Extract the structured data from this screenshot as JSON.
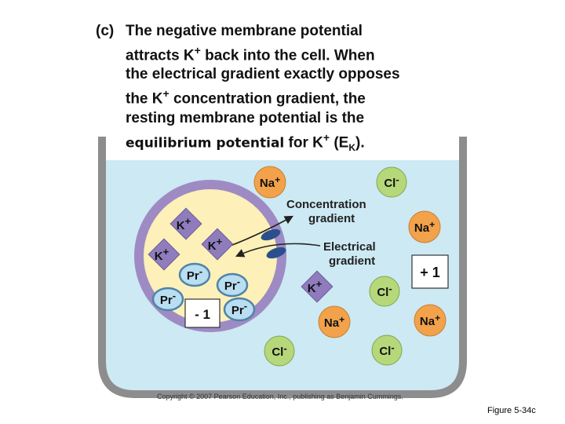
{
  "caption": {
    "label": "(c)",
    "line1": "The negative membrane potential",
    "line2_a": "attracts K",
    "line2_sup": "+",
    "line2_b": " back into the cell. When",
    "line3": "the electrical gradient exactly opposes",
    "line4_a": "the K",
    "line4_sup": "+",
    "line4_b": " concentration gradient, the",
    "line5": "resting membrane potential is the",
    "line6_term": "equilibrium potential",
    "line6_a": " for K",
    "line6_sup": "+",
    "line6_b": " (E",
    "line6_sub": "K",
    "line6_c": ")."
  },
  "labels": {
    "conc_gradient_1": "Concentration",
    "conc_gradient_2": "gradient",
    "elec_gradient_1": "Electrical",
    "elec_gradient_2": "gradient",
    "inside_charge": "- 1",
    "outside_charge": "+ 1"
  },
  "ions": {
    "na": "Na",
    "na_charge": "+",
    "cl": "Cl",
    "cl_charge": "-",
    "k": "K",
    "k_charge": "+",
    "pr": "Pr",
    "pr_charge": "-"
  },
  "footer": {
    "copyright": "Copyright © 2007 Pearson Education, Inc., publishing as Benjamin Cummings.",
    "figure": "Figure 5-34c"
  },
  "colors": {
    "fluid": "#cde9f4",
    "container_wall": "#8d8d8d",
    "cell_membrane": "#9e8bc4",
    "cytoplasm": "#fdf0b8",
    "sodium": "#f2a24b",
    "chloride": "#b6d77a",
    "potassium": "#8f7cbd",
    "protein": "#b9ddf1",
    "channel": "#2b4f8c"
  }
}
